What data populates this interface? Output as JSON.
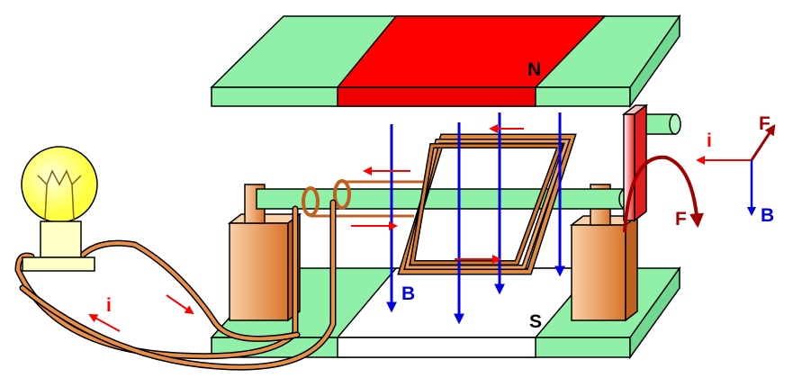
{
  "labels": {
    "north": "N",
    "south": "S",
    "field_main": "B",
    "field_legend": "B",
    "force_legend": "F",
    "force_curve": "F",
    "current_legend": "i",
    "current_wire": "i"
  },
  "colors": {
    "magnet_green": "#90f0a8",
    "north_red": "#ff0000",
    "field_blue": "#0000e0",
    "current_red": "#ff0000",
    "force_darkred": "#a00000",
    "copper": "#d87a30",
    "bulb_yellow": "#ffff60"
  }
}
